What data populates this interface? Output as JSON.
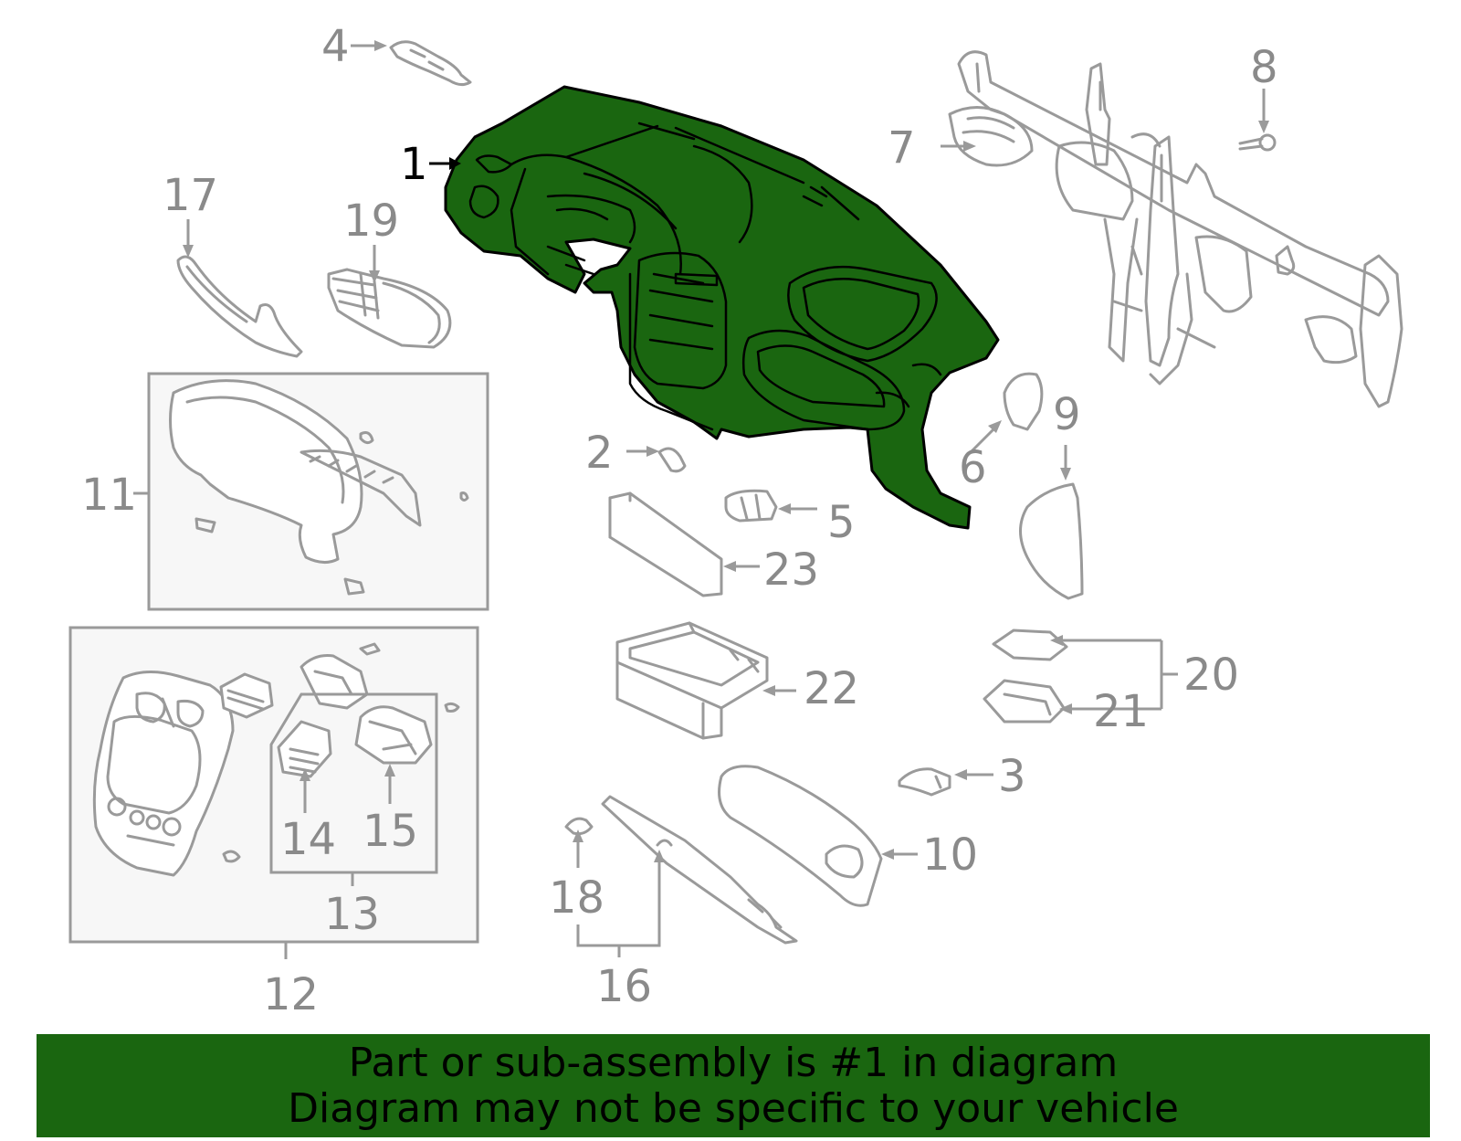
{
  "colors": {
    "highlight": "#1a6610",
    "banner": "#1a6610",
    "line": "#9a9a9a",
    "text": "#000000"
  },
  "callouts": [
    {
      "id": "1",
      "label": "1"
    },
    {
      "id": "2",
      "label": "2"
    },
    {
      "id": "3",
      "label": "3"
    },
    {
      "id": "4",
      "label": "4"
    },
    {
      "id": "5",
      "label": "5"
    },
    {
      "id": "6",
      "label": "6"
    },
    {
      "id": "7",
      "label": "7"
    },
    {
      "id": "8",
      "label": "8"
    },
    {
      "id": "9",
      "label": "9"
    },
    {
      "id": "10",
      "label": "10"
    },
    {
      "id": "11",
      "label": "11"
    },
    {
      "id": "12",
      "label": "12"
    },
    {
      "id": "13",
      "label": "13"
    },
    {
      "id": "14",
      "label": "14"
    },
    {
      "id": "15",
      "label": "15"
    },
    {
      "id": "16",
      "label": "16"
    },
    {
      "id": "17",
      "label": "17"
    },
    {
      "id": "18",
      "label": "18"
    },
    {
      "id": "19",
      "label": "19"
    },
    {
      "id": "20",
      "label": "20"
    },
    {
      "id": "21",
      "label": "21"
    },
    {
      "id": "22",
      "label": "22"
    },
    {
      "id": "23",
      "label": "23"
    }
  ],
  "banner": {
    "line1": "Part or sub-assembly is #1 in diagram",
    "line2": "Diagram may not be specific to your vehicle"
  }
}
